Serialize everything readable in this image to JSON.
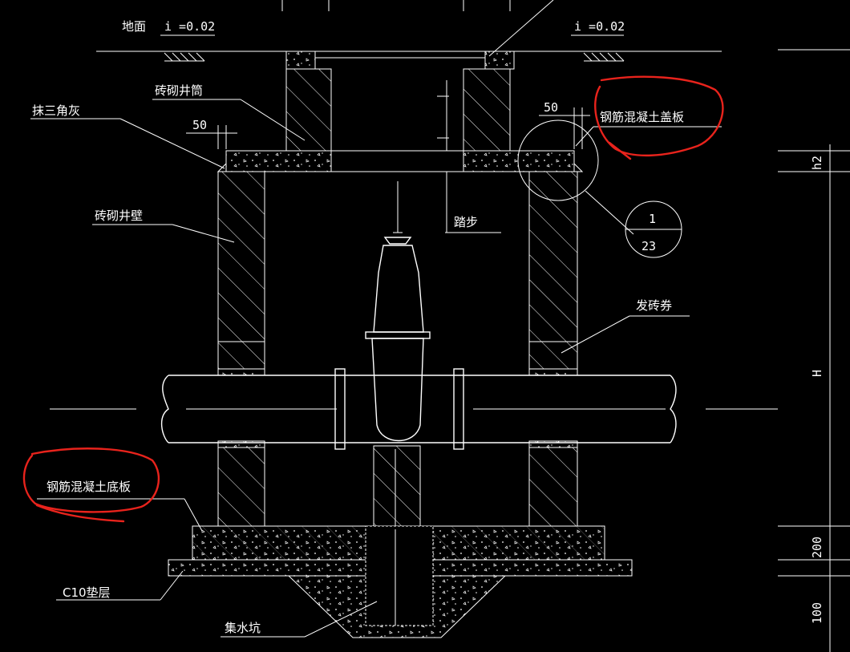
{
  "drawing": {
    "title": "",
    "labels": {
      "ground": "地面",
      "slope_left": "i =0.02",
      "slope_right": "i =0.02",
      "shaft": "砖砌井筒",
      "triangle_mortar": "抹三角灰",
      "cover_plate": "钢筋混凝土盖板",
      "wall": "砖砌井壁",
      "steps": "踏步",
      "brick_arch": "发砖券",
      "bottom_plate": "钢筋混凝土底板",
      "cushion": "C10垫层",
      "sump": "集水坑"
    },
    "dimensions": {
      "offset_left": "50",
      "offset_right": "50",
      "h2": "h2",
      "H": "H",
      "bottom_plate_thk": "200",
      "cushion_thk": "100"
    },
    "detail_callout": {
      "number": "1",
      "sheet": "23"
    },
    "annotations": {
      "highlight_color": "#e8231c",
      "highlighted_items": [
        "cover_plate",
        "bottom_plate"
      ]
    }
  }
}
